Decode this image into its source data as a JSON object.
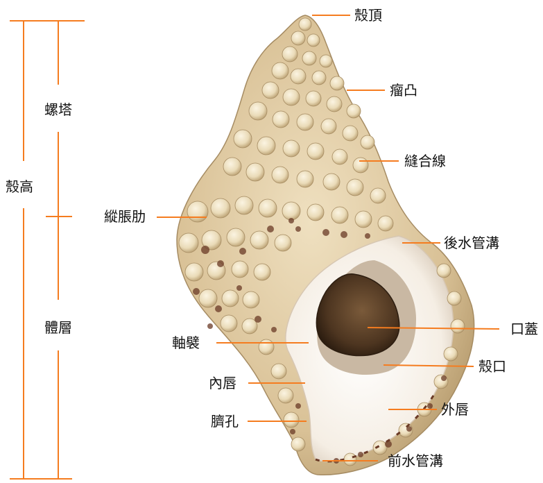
{
  "diagram": {
    "line_color": "#f57c1f",
    "shell_colors": {
      "base": "#e6d3ae",
      "knob": "#f3e7cc",
      "shadow": "#a0875f",
      "lip": "#fbf6ee",
      "operculum": "#5a4028",
      "brown_spot": "#6a3a26"
    },
    "labels": {
      "apex": "殼頂",
      "tubercle": "瘤凸",
      "suture": "縫合線",
      "varix": "縱脹肋",
      "posterior_canal": "後水管溝",
      "operculum": "口蓋",
      "columellar_fold": "軸襞",
      "aperture": "殼口",
      "inner_lip": "內唇",
      "outer_lip": "外唇",
      "umbilicus": "臍孔",
      "anterior_canal": "前水管溝",
      "shell_height": "殼高",
      "spire": "螺塔",
      "body_whorl": "體層"
    }
  }
}
